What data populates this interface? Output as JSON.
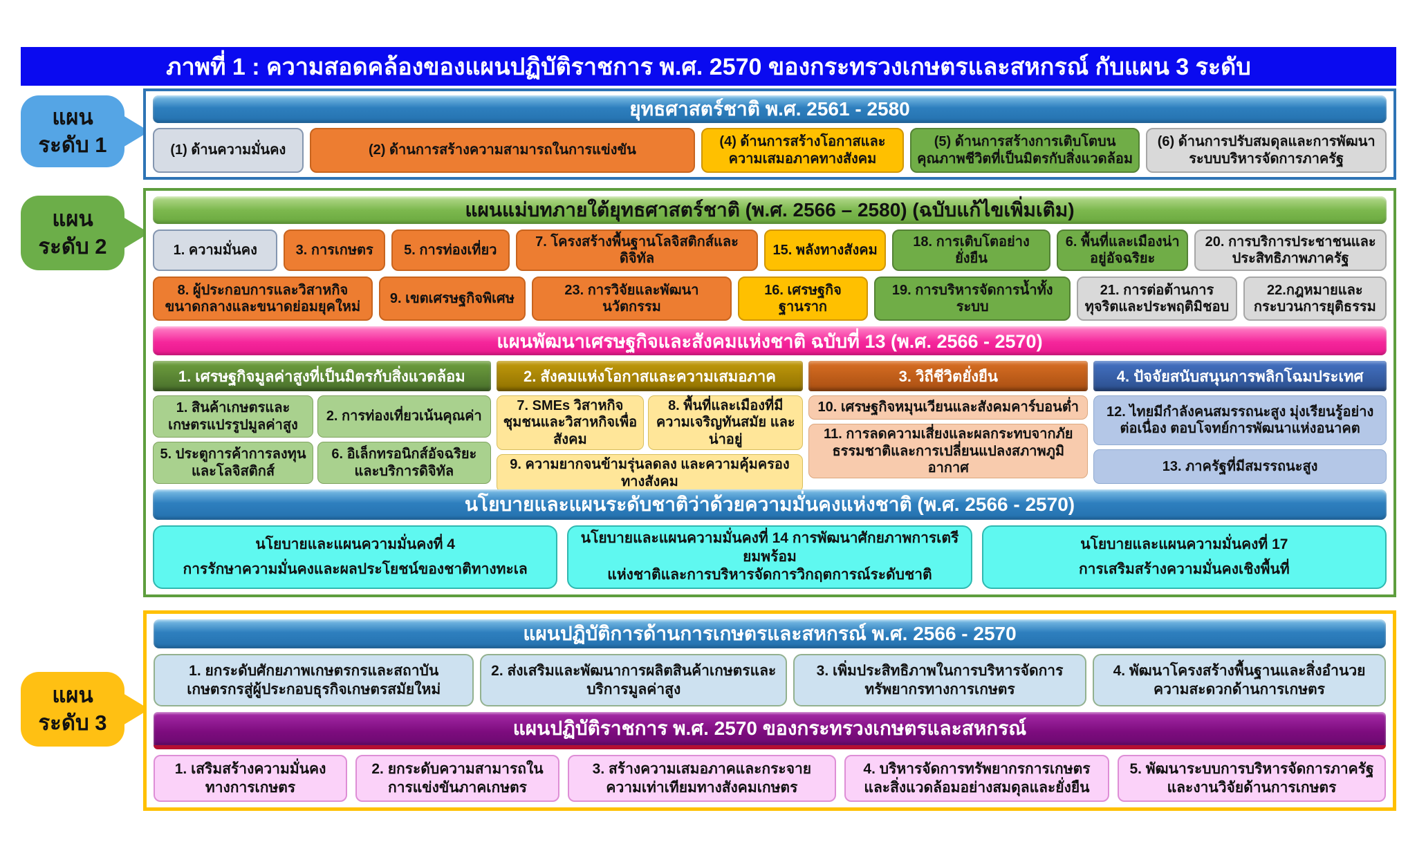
{
  "title": "ภาพที่ 1 : ความสอดคล้องของแผนปฏิบัติราชการ พ.ศ. 2570 ของกระทรวงเกษตรและสหกรณ์ กับแผน 3 ระดับ",
  "side_labels": {
    "level1": {
      "line1": "แผน",
      "line2": "ระดับ 1"
    },
    "level2": {
      "line1": "แผน",
      "line2": "ระดับ 2"
    },
    "level3": {
      "line1": "แผน",
      "line2": "ระดับ 3"
    }
  },
  "level1": {
    "header": "ยุทธศาสตร์ชาติ พ.ศ. 2561 - 2580",
    "items": [
      {
        "label": "(1) ด้านความมั่นคง",
        "color": "lavender"
      },
      {
        "label": "(2) ด้านการสร้างความสามารถในการแข่งขัน",
        "color": "orange"
      },
      {
        "label": "(4) ด้านการสร้างโอกาสและความเสมอภาคทางสังคม",
        "color": "yellow"
      },
      {
        "label": "(5) ด้านการสร้างการเติบโตบนคุณภาพชีวิตที่เป็นมิตรกับสิ่งแวดล้อม",
        "color": "green"
      },
      {
        "label": "(6) ด้านการปรับสมดุลและการพัฒนาระบบบริหารจัดการภาครัฐ",
        "color": "gray"
      }
    ]
  },
  "level2": {
    "header": "แผนแม่บทภายใต้ยุทธศาสตร์ชาติ (พ.ศ. 2566 – 2580) (ฉบับแก้ไขเพิ่มเติม)",
    "row1": [
      {
        "label": "1. ความมั่นคง",
        "color": "lavender"
      },
      {
        "label": "3. การเกษตร",
        "color": "orange"
      },
      {
        "label": "5. การท่องเที่ยว",
        "color": "orange"
      },
      {
        "label": "7. โครงสร้างพื้นฐานโลจิสติกส์และดิจิทัล",
        "color": "orange"
      },
      {
        "label": "15. พลังทางสังคม",
        "color": "yellow"
      },
      {
        "label": "18. การเติบโตอย่างยั่งยืน",
        "color": "green"
      },
      {
        "label": "6. พื้นที่และเมืองน่าอยู่อัจฉริยะ",
        "color": "green"
      },
      {
        "label": "20. การบริการประชาชนและประสิทธิภาพภาครัฐ",
        "color": "gray"
      }
    ],
    "row2": [
      {
        "label": "8. ผู้ประกอบการและวิสาหกิจขนาดกลางและขนาดย่อมยุคใหม่",
        "color": "orange"
      },
      {
        "label": "9. เขตเศรษฐกิจพิเศษ",
        "color": "orange"
      },
      {
        "label": "23. การวิจัยและพัฒนานวัตกรรม",
        "color": "orange"
      },
      {
        "label": "16. เศรษฐกิจฐานราก",
        "color": "yellow"
      },
      {
        "label": "19. การบริหารจัดการน้ำทั้งระบบ",
        "color": "green"
      },
      {
        "label": "21. การต่อต้านการทุจริตและประพฤติมิชอบ",
        "color": "gray"
      },
      {
        "label": "22.กฎหมายและกระบวนการยุติธรรม",
        "color": "gray"
      }
    ],
    "nesdp": {
      "header": "แผนพัฒนาเศรษฐกิจและสังคมแห่งชาติ ฉบับที่ 13 (พ.ศ. 2566 - 2570)",
      "columns": [
        {
          "header": "1. เศรษฐกิจมูลค่าสูงที่เป็นมิตรกับสิ่งแวดล้อม",
          "items": [
            "1. สินค้าเกษตรและเกษตรแปรรูปมูลค่าสูง",
            "2. การท่องเที่ยวเน้นคุณค่า",
            "5. ประตูการค้าการลงทุนและโลจิสติกส์",
            "6. อิเล็กทรอนิกส์อัจฉริยะและบริการดิจิทัล"
          ]
        },
        {
          "header": "2. สังคมแห่งโอกาสและความเสมอภาค",
          "items": [
            "7. SMEs วิสาหกิจชุมชนและวิสาหกิจเพื่อสังคม",
            "8. พื้นที่และเมืองที่มีความเจริญทันสมัย และน่าอยู่",
            "9. ความยากจนข้ามรุ่นลดลง และความคุ้มครองทางสังคม"
          ]
        },
        {
          "header": "3. วิถีชีวิตยั่งยืน",
          "items": [
            "10. เศรษฐกิจหมุนเวียนและสังคมคาร์บอนต่ำ",
            "11. การลดความเสี่ยงและผลกระทบจากภัยธรรมชาติและการเปลี่ยนแปลงสภาพภูมิอากาศ"
          ]
        },
        {
          "header": "4. ปัจจัยสนับสนุนการพลิกโฉมประเทศ",
          "items": [
            "12. ไทยมีกำลังคนสมรรถนะสูง มุ่งเรียนรู้อย่างต่อเนื่อง ตอบโจทย์การพัฒนาแห่งอนาคต",
            "13. ภาครัฐที่มีสมรรถนะสูง"
          ]
        }
      ]
    },
    "security": {
      "header": "นโยบายและแผนระดับชาติว่าด้วยความมั่นคงแห่งชาติ (พ.ศ. 2566 - 2570)",
      "items": [
        {
          "title": "นโยบายและแผนความมั่นคงที่ 4",
          "subtitle": "การรักษาความมั่นคงและผลประโยชน์ของชาติทางทะเล"
        },
        {
          "title": "นโยบายและแผนความมั่นคงที่ 14 การพัฒนาศักยภาพการเตรียมพร้อม",
          "subtitle": "แห่งชาติและการบริหารจัดการวิกฤตการณ์ระดับชาติ"
        },
        {
          "title": "นโยบายและแผนความมั่นคงที่ 17",
          "subtitle": "การเสริมสร้างความมั่นคงเชิงพื้นที่"
        }
      ]
    }
  },
  "level3": {
    "action_plan": {
      "header": "แผนปฏิบัติการด้านการเกษตรและสหกรณ์ พ.ศ. 2566 - 2570",
      "items": [
        "1. ยกระดับศักยภาพเกษตรกรและสถาบันเกษตรกรสู่ผู้ประกอบธุรกิจเกษตรสมัยใหม่",
        "2. ส่งเสริมและพัฒนาการผลิตสินค้าเกษตรและบริการมูลค่าสูง",
        "3. เพิ่มประสิทธิภาพในการบริหารจัดการทรัพยากรทางการเกษตร",
        "4. พัฒนาโครงสร้างพื้นฐานและสิ่งอำนวยความสะดวกด้านการเกษตร"
      ]
    },
    "gov_plan": {
      "header": "แผนปฏิบัติราชการ พ.ศ. 2570 ของกระทรวงเกษตรและสหกรณ์",
      "items": [
        "1. เสริมสร้างความมั่นคงทางการเกษตร",
        "2. ยกระดับความสามารถในการแข่งขันภาคเกษตร",
        "3. สร้างความเสมอภาคและกระจายความเท่าเทียมทางสังคมเกษตร",
        "4. บริหารจัดการทรัพยากรการเกษตรและสิ่งแวดล้อมอย่างสมดุลและยั่งยืน",
        "5. พัฒนาระบบการบริหารจัดการภาครัฐและงานวิจัยด้านการเกษตร"
      ]
    }
  },
  "colors": {
    "title_bar": "#0A0AF0",
    "level1_border": "#2E74B5",
    "level2_border": "#5E9E3E",
    "level3_border": "#FFC000",
    "pink_bar": "#F5269B",
    "purple_bar": "#7D0C7E",
    "orange_chip": "#ED7D31",
    "yellow_chip": "#FFC000",
    "green_chip": "#70AD47",
    "gray_chip": "#D9D9D9",
    "lavender_chip": "#D6DCE5",
    "cyan_box": "#5FF8F0",
    "side_level1": "#55A5E5",
    "side_level2": "#6CAE49",
    "side_level3": "#FFC013"
  }
}
